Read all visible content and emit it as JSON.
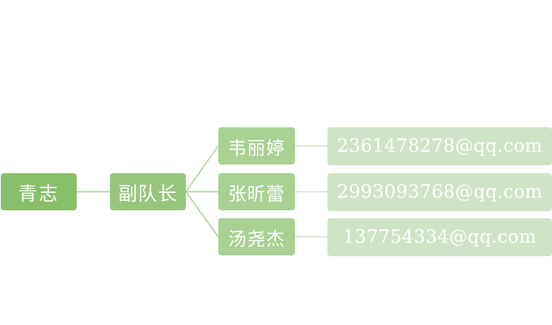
{
  "root": {
    "label": "青志"
  },
  "level1": {
    "label": "副队长"
  },
  "members": [
    {
      "name": "韦丽婷",
      "email": "2361478278@qq.com"
    },
    {
      "name": "张昕蕾",
      "email": "2993093768@qq.com"
    },
    {
      "name": "汤尧杰",
      "email": "137754334@qq.com"
    }
  ],
  "colors": {
    "root": "#88bf6a",
    "level1": "#96c67d",
    "level2": "#a9d194",
    "level3": "#cfe4c6",
    "connector": "#a9d194"
  }
}
